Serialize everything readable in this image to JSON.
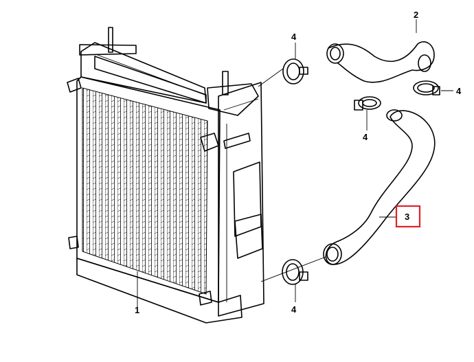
{
  "diagram": {
    "callouts": [
      {
        "id": "radiator",
        "label": "1",
        "highlighted": false
      },
      {
        "id": "upper-hose",
        "label": "2",
        "highlighted": false
      },
      {
        "id": "lower-hose",
        "label": "3",
        "highlighted": true
      },
      {
        "id": "clamp-upper-left",
        "label": "4",
        "highlighted": false
      },
      {
        "id": "clamp-upper-right",
        "label": "4",
        "highlighted": false
      },
      {
        "id": "clamp-mid",
        "label": "4",
        "highlighted": false
      },
      {
        "id": "clamp-lower",
        "label": "4",
        "highlighted": false
      }
    ],
    "highlight_color": "#e0202a"
  }
}
